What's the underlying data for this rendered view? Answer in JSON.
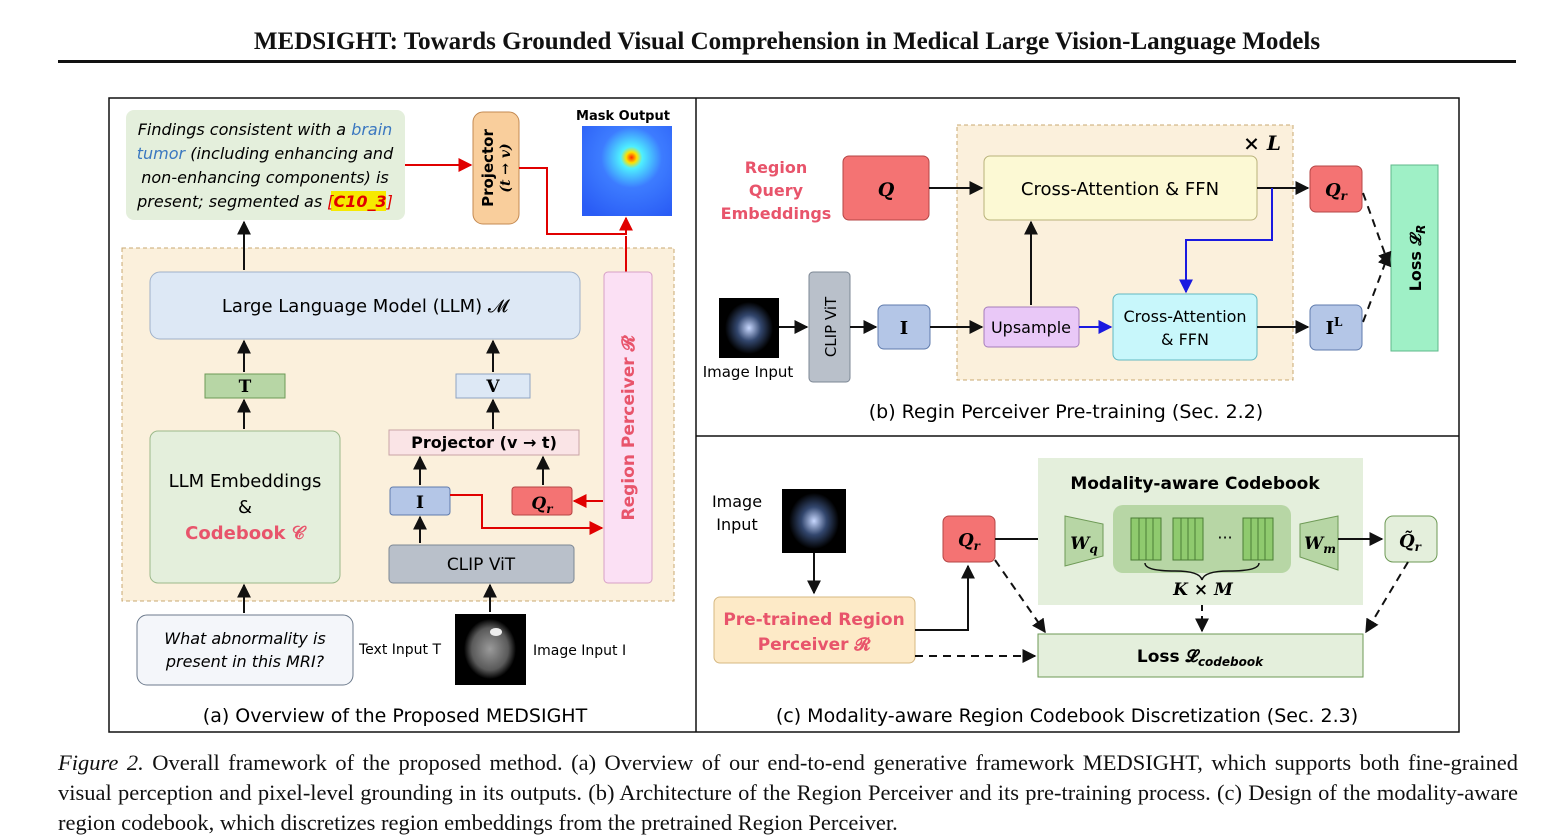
{
  "header": {
    "title": "MEDSIGHT: Towards Grounded Visual Comprehension in Medical Large Vision-Language Models"
  },
  "panel_a": {
    "findings_text": {
      "line1a": "Findings consistent with a ",
      "line1b": "brain",
      "line2a": "tumor",
      "line2b": " (including enhancing and",
      "line3": "non-enhancing components) is",
      "line4a": "present; segmented as ",
      "seg_token_open": "[",
      "seg_token": "C10_3",
      "seg_token_close": "]"
    },
    "projector_top": {
      "label": "Projector",
      "sub": "(t → v)"
    },
    "mask_output": "Mask Output",
    "llm": "Large Language Model (LLM) 𝓜",
    "t_token": "T",
    "v_token": "V",
    "llm_embeddings": {
      "line1": "LLM Embeddings",
      "line2": "&",
      "line3": "Codebook 𝒞"
    },
    "projector_vt": "Projector (v → t)",
    "i_token": "I",
    "qr_token": "Q",
    "qr_sub": "r",
    "clip_vit": "CLIP ViT",
    "region_perceiver": "Region Perceiver 𝓡",
    "question": {
      "line1": "What abnormality is",
      "line2": "present in this MRI?"
    },
    "text_input": "Text Input T",
    "image_input": "Image Input I",
    "caption": "(a) Overview of the Proposed MEDSIGHT"
  },
  "panel_b": {
    "region_query": {
      "line1": "Region",
      "line2": "Query",
      "line3": "Embeddings"
    },
    "q": "Q",
    "times_l": "× L",
    "cross_attn_top": "Cross-Attention & FFN",
    "qr": "Q",
    "qr_sub": "r",
    "loss": "Loss 𝓛",
    "loss_sub": "R",
    "image_input": "Image Input",
    "clip_vit": "CLIP ViT",
    "i": "I",
    "upsample": "Upsample",
    "cross_attn_bottom": {
      "line1": "Cross-Attention",
      "line2": "& FFN"
    },
    "il": "I",
    "il_sup": "L",
    "caption": "(b) Regin Perceiver Pre-training (Sec. 2.2)"
  },
  "panel_c": {
    "image_input": {
      "line1": "Image",
      "line2": "Input"
    },
    "codebook_title": "Modality-aware Codebook",
    "qr": "Q",
    "qr_sub": "r",
    "wq": "W",
    "wq_sub": "q",
    "wm": "W",
    "wm_sub": "m",
    "ellipsis": "···",
    "k_times_m": "K × M",
    "qr_tilde": "Q̃",
    "qr_tilde_sub": "r",
    "pretrained": {
      "line1": "Pre-trained Region",
      "line2": "Perceiver 𝓡"
    },
    "loss": "Loss 𝓛",
    "loss_sub": "codebook",
    "caption": "(c) Modality-aware Region Codebook Discretization (Sec. 2.3)"
  },
  "caption": {
    "label": "Figure 2.",
    "text": " Overall framework of the proposed method. (a) Overview of our end-to-end generative framework MEDSIGHT, which supports both fine-grained visual perception and pixel-level grounding in its outputs. (b) Architecture of the Region Perceiver and its pre-training process. (c) Design of the modality-aware region codebook, which discretizes region embeddings from the pretrained Region Perceiver."
  },
  "colors": {
    "red_arrow": "#e00000",
    "blue_arrow": "#1a1ae0",
    "dashed_region": "#fbf0dc",
    "llm_box": "#dde8f5",
    "green_box": "#e4efdc",
    "pink_box": "#fbe0f4",
    "q_red": "#f47373",
    "token_blue": "#b4c6e7",
    "gray_box": "#b9c0ca",
    "yellow_box": "#fcf9d4",
    "cyan_box": "#c8f7fb",
    "violet_box": "#e9c8f7",
    "loss_green": "#9ff0c6",
    "orange_box": "#f9ce9c",
    "accent_pink": "#e8546b",
    "link_blue": "#3b78c0"
  }
}
